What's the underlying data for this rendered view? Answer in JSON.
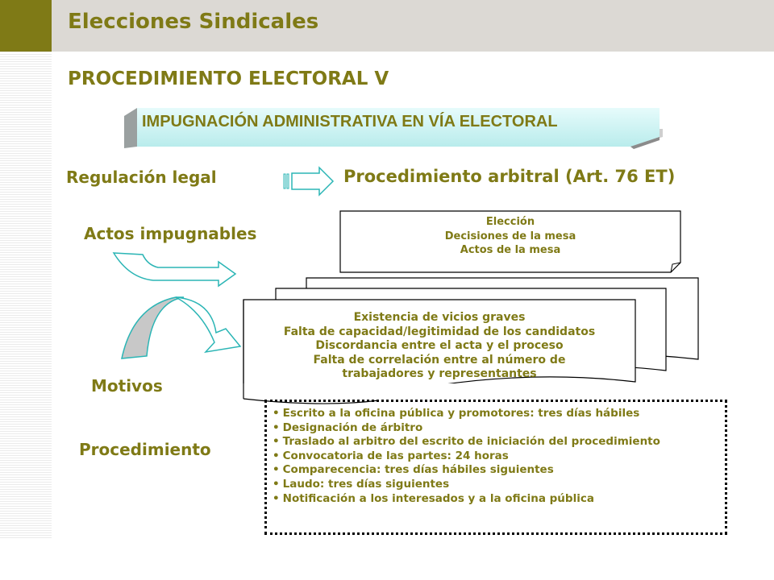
{
  "header": {
    "title": "Elecciones Sindicales"
  },
  "slide": {
    "title": "PROCEDIMIENTO ELECTORAL V",
    "banner": "IMPUGNACIÓN ADMINISTRATIVA EN VÍA ELECTORAL"
  },
  "regulacion": {
    "label": "Regulación legal",
    "value": "Procedimiento arbitral (Art. 76 ET)"
  },
  "actos": {
    "label": "Actos impugnables",
    "items": [
      "Elección",
      "Decisiones de la mesa",
      "Actos de la mesa"
    ]
  },
  "motivos": {
    "label": "Motivos",
    "items": [
      "Existencia de vicios graves",
      "Falta de capacidad/legitimidad de los candidatos",
      "Discordancia entre el acta y el proceso",
      "Falta de correlación entre al número de",
      "trabajadores y representantes"
    ]
  },
  "procedimiento": {
    "label": "Procedimiento",
    "bullet": "•",
    "items": [
      "Escrito a la oficina pública y promotores: tres días hábiles",
      "Designación de árbitro",
      "Traslado al arbitro del escrito de iniciación del procedimiento",
      "Convocatoria de las partes: 24 horas",
      "Comparecencia: tres días hábiles siguientes",
      "Laudo: tres días siguientes",
      "Notificación a los interesados y a la oficina pública"
    ]
  },
  "colors": {
    "accent": "#7f7a16",
    "banner_fill": "#c8f2f2",
    "header_bg": "#dcd9d4"
  }
}
